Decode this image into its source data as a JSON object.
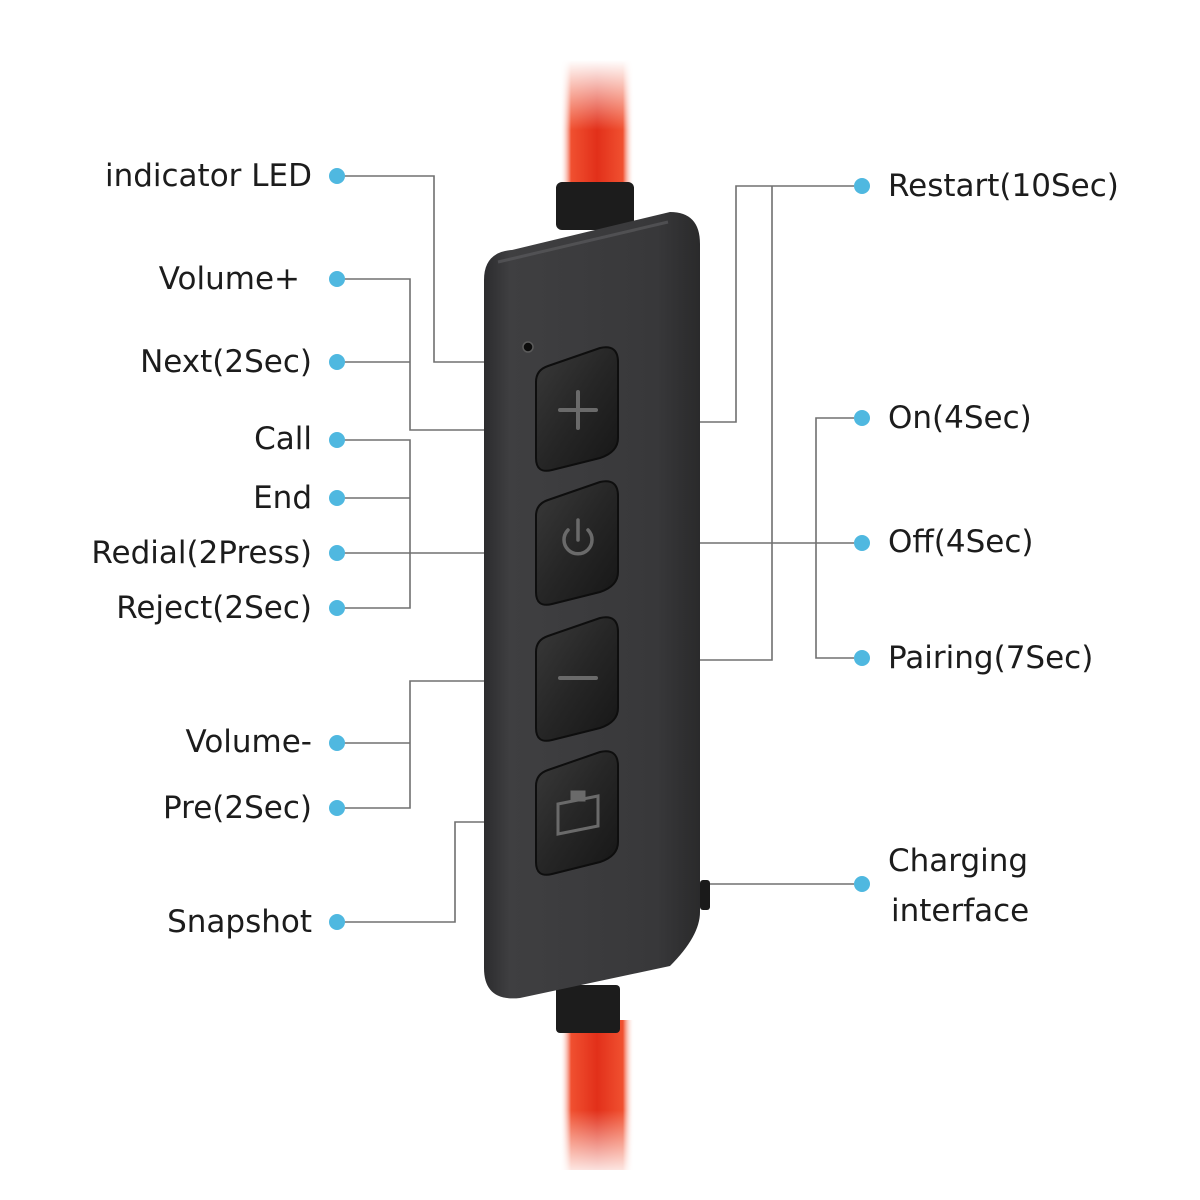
{
  "colors": {
    "cable": "#d8260f",
    "body": "#3a3a3c",
    "button": "#272727",
    "connector": "#8c8c8c",
    "dot": "#4fb8e0",
    "text": "#1c1c1c"
  },
  "buttons": [
    {
      "name": "volume-plus-button",
      "icon": "plus-icon"
    },
    {
      "name": "power-button",
      "icon": "power-icon"
    },
    {
      "name": "volume-minus-button",
      "icon": "minus-icon"
    },
    {
      "name": "snapshot-button",
      "icon": "camera-icon"
    }
  ],
  "labels": {
    "left": [
      {
        "id": "indicator-led",
        "text": "indicator LED"
      },
      {
        "id": "volume-plus",
        "text": "Volume+"
      },
      {
        "id": "next",
        "text": "Next(2Sec)"
      },
      {
        "id": "call",
        "text": "Call"
      },
      {
        "id": "end",
        "text": "End"
      },
      {
        "id": "redial",
        "text": "Redial(2Press)"
      },
      {
        "id": "reject",
        "text": "Reject(2Sec)"
      },
      {
        "id": "volume-minus",
        "text": "Volume-"
      },
      {
        "id": "pre",
        "text": "Pre(2Sec)"
      },
      {
        "id": "snapshot",
        "text": "Snapshot"
      }
    ],
    "right": [
      {
        "id": "restart",
        "text": "Restart(10Sec)"
      },
      {
        "id": "on",
        "text": "On(4Sec)"
      },
      {
        "id": "off",
        "text": "Off(4Sec)"
      },
      {
        "id": "pairing",
        "text": "Pairing(7Sec)"
      },
      {
        "id": "charging-line1",
        "text": "Charging"
      },
      {
        "id": "charging-line2",
        "text": "interface"
      }
    ]
  }
}
